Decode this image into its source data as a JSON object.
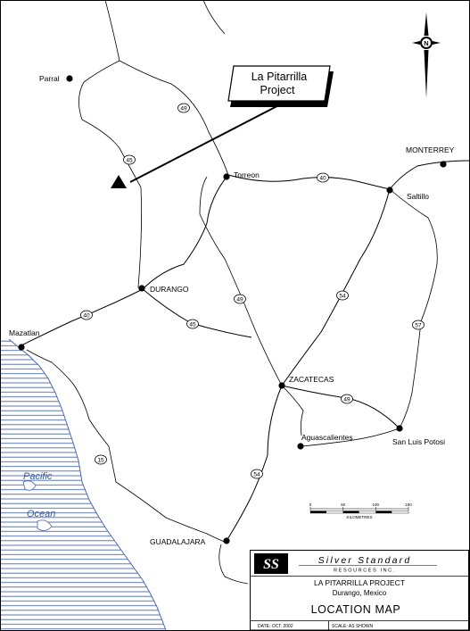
{
  "callout": {
    "line1": "La Pitarrilla",
    "line2": "Project"
  },
  "cities": [
    {
      "id": "parral",
      "label": "Parral"
    },
    {
      "id": "torreon",
      "label": "Torreon"
    },
    {
      "id": "monterrey",
      "label": "MONTERREY"
    },
    {
      "id": "saltillo",
      "label": "Saltillo"
    },
    {
      "id": "durango",
      "label": "DURANGO"
    },
    {
      "id": "mazatlan",
      "label": "Mazatlan"
    },
    {
      "id": "zacatecas",
      "label": "ZACATECAS"
    },
    {
      "id": "aguascalientes",
      "label": "Aguascalientes"
    },
    {
      "id": "san-luis-potosi",
      "label": "San Luis Potosi"
    },
    {
      "id": "guadalajara",
      "label": "GUADALAJARA"
    }
  ],
  "highways": [
    "49",
    "45",
    "40",
    "49",
    "54",
    "57",
    "40",
    "45",
    "49",
    "15",
    "54"
  ],
  "ocean": {
    "line1": "Pacific",
    "line2": "Ocean"
  },
  "north_arrow": {
    "label": "N"
  },
  "scale_bar": {
    "ticks": [
      "0",
      "50",
      "100",
      "150"
    ],
    "unit": "KILOMETRES"
  },
  "title_block": {
    "company_name": "Silver Standard",
    "company_sub": "RESOURCES INC.",
    "project": "LA PITARRILLA PROJECT",
    "location": "Durango, Mexico",
    "map_title": "LOCATION MAP",
    "date": "DATE: OCT. 2002",
    "scale": "SCALE: AS SHOWN",
    "logo_text": "SS"
  }
}
